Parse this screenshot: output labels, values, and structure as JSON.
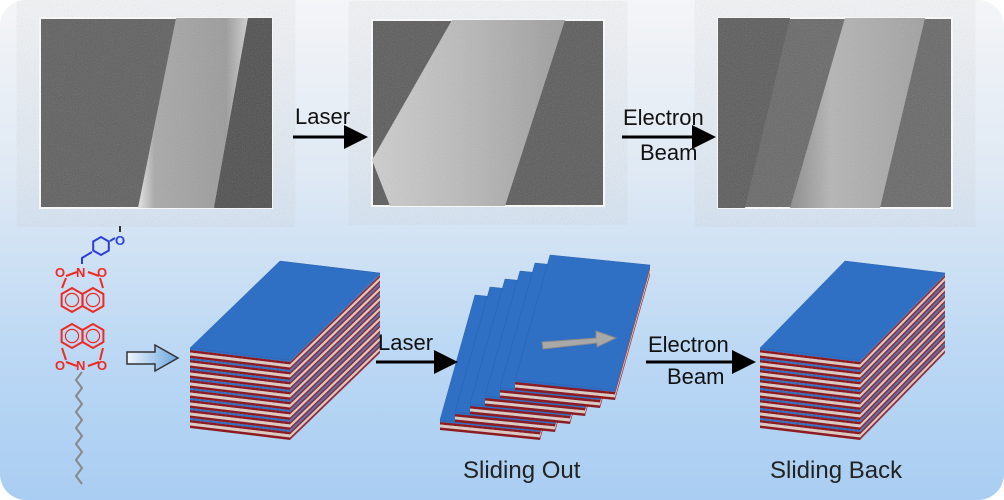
{
  "top_row": {
    "step1_label": "Laser",
    "step2_label_line1": "Electron",
    "step2_label_line2": "Beam"
  },
  "bottom_row": {
    "step1_label": "Laser",
    "step2_label_line1": "Electron",
    "step2_label_line2": "Beam",
    "caption_middle": "Sliding Out",
    "caption_right": "Sliding Back"
  },
  "molecule": {
    "atoms": {
      "n": "N",
      "o": "O"
    }
  },
  "colors": {
    "layer_blue": "#2f6fc4",
    "layer_red": "#8e1b22",
    "layer_beige": "#d9c9c0",
    "molecule_core": "#ee2a24",
    "molecule_benzyl": "#2a3fd6",
    "molecule_chain": "#888888"
  }
}
